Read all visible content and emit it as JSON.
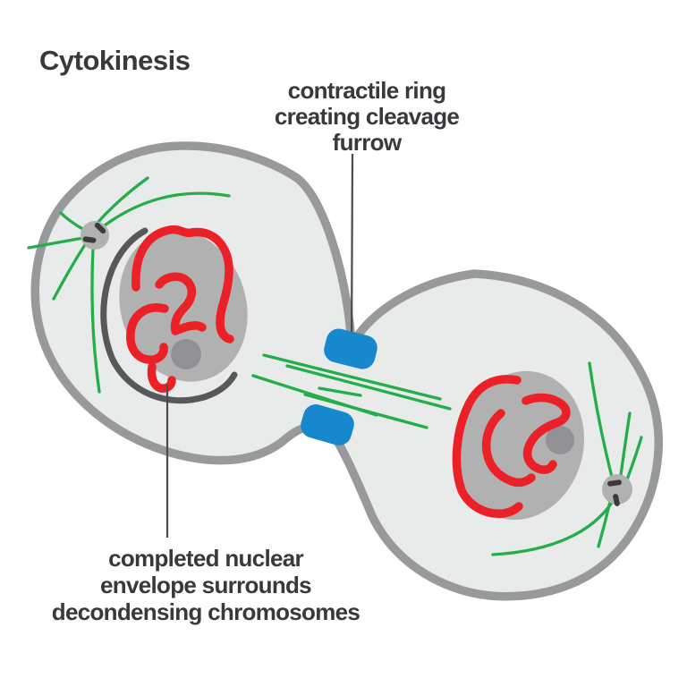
{
  "title": "Cytokinesis",
  "labels": {
    "contractile_ring": {
      "lines": [
        "contractile ring",
        "creating cleavage",
        "furrow"
      ]
    },
    "nuclear_envelope": {
      "lines": [
        "completed nuclear",
        "envelope surrounds",
        "decondensing chromosomes"
      ]
    }
  },
  "colors": {
    "background": "#FFFFFF",
    "cell_fill": "#E9EAEA",
    "membrane": "#97999B",
    "nucleus_fill": "#B1B1B2",
    "nucleolus": "#909295",
    "nuclear_envelope": "#57585A",
    "chromosome_red": "#EC2027",
    "microtubule_green": "#23AE4B",
    "contractile_ring_blue": "#1787CE",
    "centrosome_fill": "#B1B1B2",
    "centriole_dark": "#3E3A39",
    "pointer_line": "#4B4B4D",
    "text": "#3A383C"
  }
}
